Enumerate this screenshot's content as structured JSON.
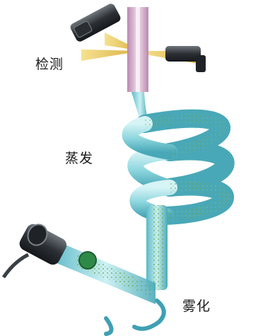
{
  "labels": {
    "detection": "检测",
    "evaporation": "蒸发",
    "nebulization": "雾化"
  },
  "colors": {
    "liquid": "#9fdde4",
    "liquid_edge": "#4ab3c4",
    "particles": "#7fbf5f",
    "column": "#d9b0cf",
    "light_beam": "#e9c84a",
    "housing": "#3a3f44"
  }
}
